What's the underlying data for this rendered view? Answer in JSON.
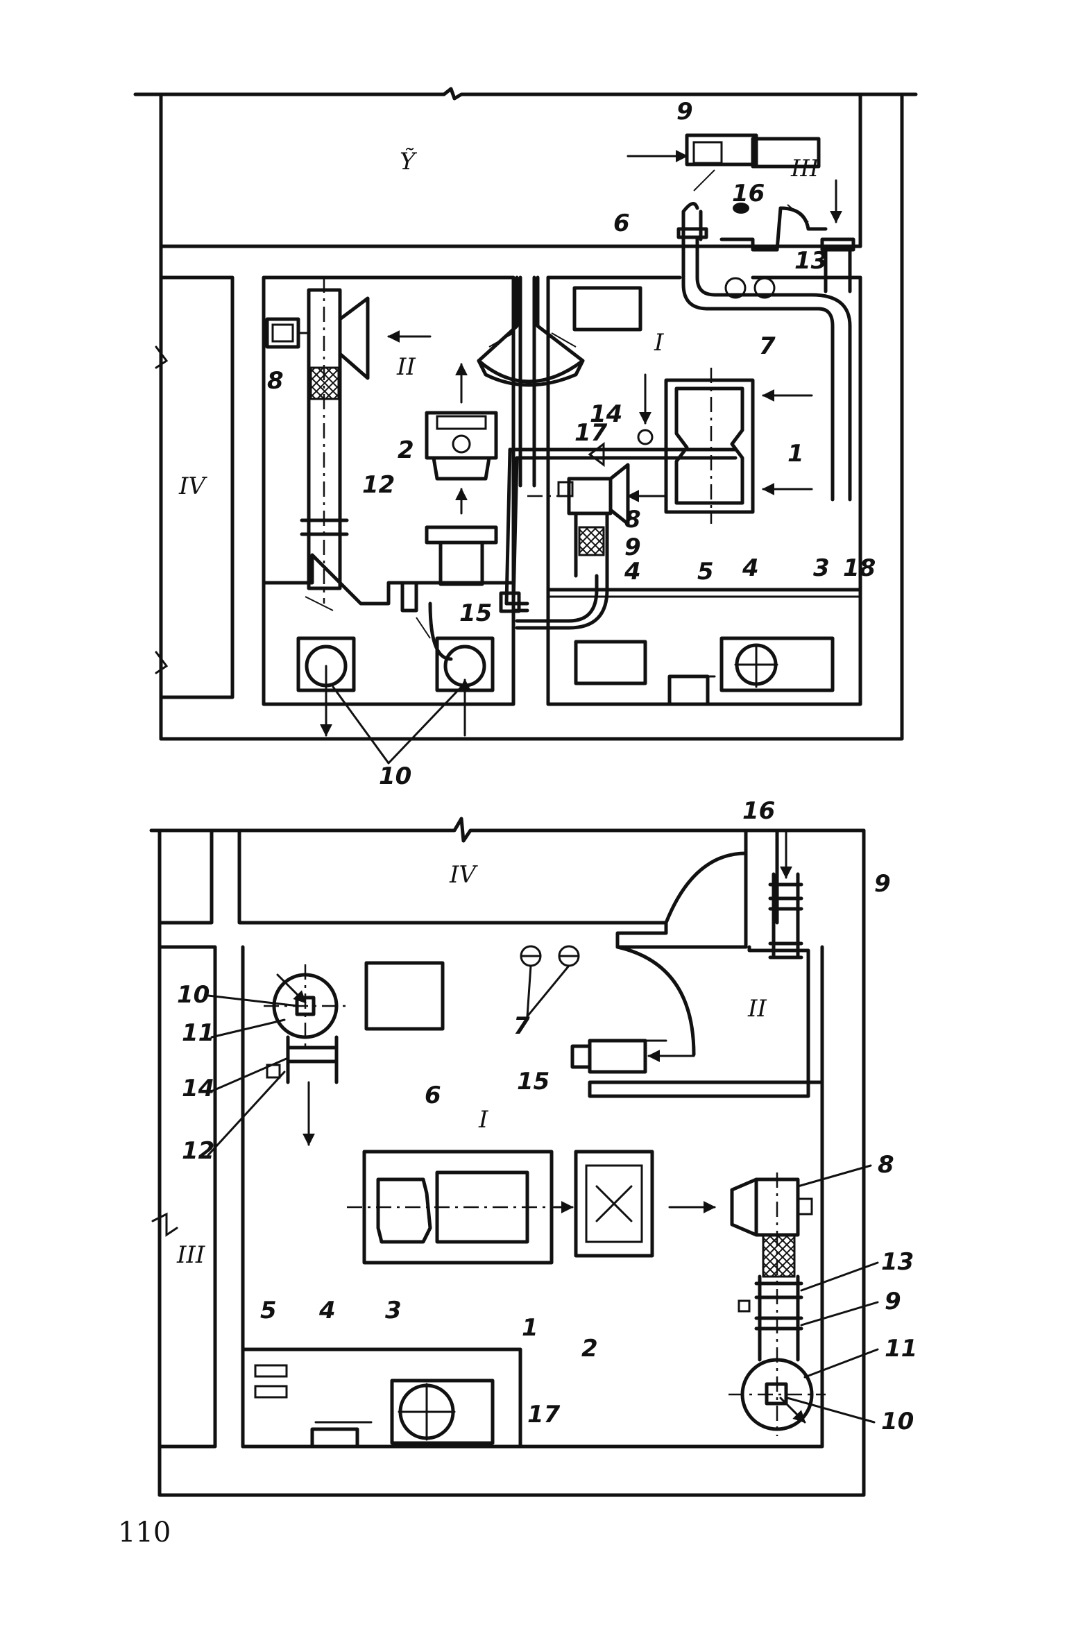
{
  "page_number": "110",
  "top_plan": {
    "rooms": [
      "Ỹ",
      "IV",
      "I",
      "II",
      "III"
    ],
    "labels": [
      "9",
      "16",
      "13",
      "6",
      "7",
      "8",
      "2",
      "14",
      "17",
      "1",
      "12",
      "8",
      "9",
      "4",
      "15",
      "5",
      "4",
      "3",
      "18",
      "10"
    ]
  },
  "bottom_plan": {
    "rooms": [
      "IV",
      "II",
      "I",
      "III"
    ],
    "labels": [
      "16",
      "9",
      "10",
      "11",
      "14",
      "12",
      "6",
      "7",
      "15",
      "8",
      "1",
      "2",
      "13",
      "9",
      "11",
      "10",
      "5",
      "4",
      "3",
      "17"
    ]
  }
}
